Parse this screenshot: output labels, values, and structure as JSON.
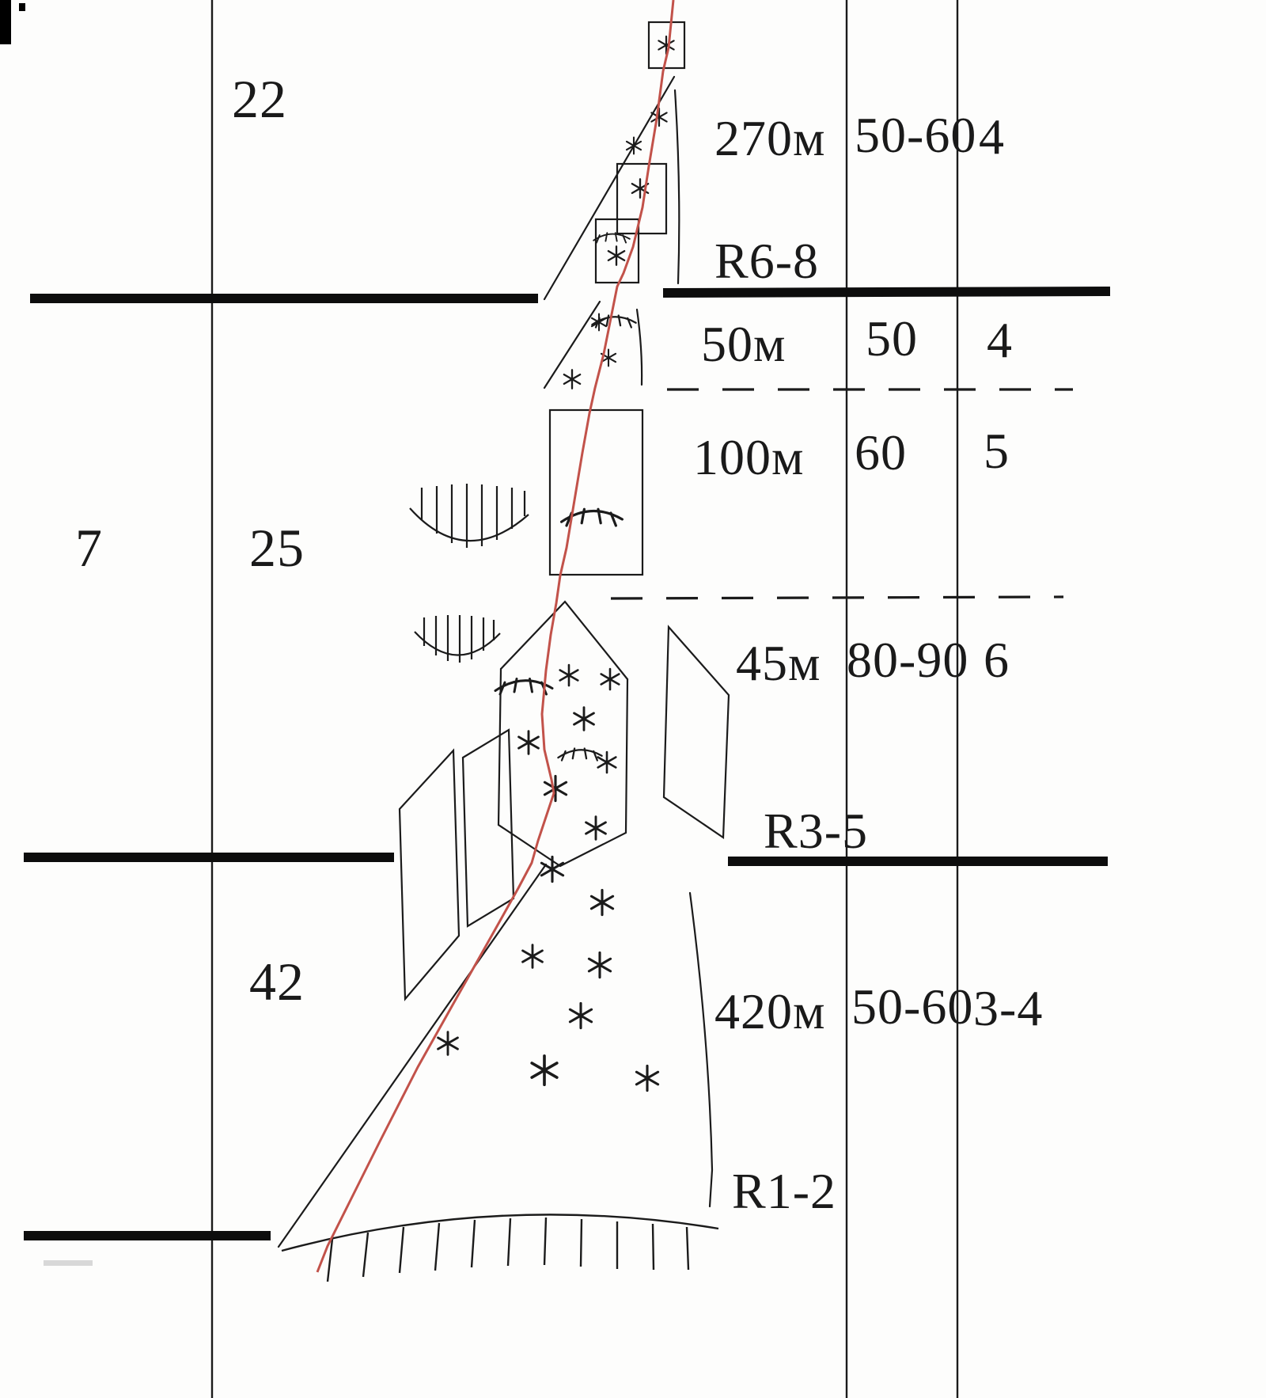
{
  "diagram": {
    "zones": {
      "far_left": "7",
      "upper": "22",
      "middle": "25",
      "lower": "42"
    },
    "pitches": [
      {
        "length": "270м",
        "steepness": "50-60",
        "grade": "4"
      },
      {
        "length": "50м",
        "steepness": "50",
        "grade": "4"
      },
      {
        "length": "100м",
        "steepness": "60",
        "grade": "5"
      },
      {
        "length": "45м",
        "steepness": "80-90",
        "grade": "6"
      },
      {
        "length": "420м",
        "steepness": "50-60",
        "grade": "3-4"
      }
    ],
    "belays": [
      "R6-8",
      "R3-5",
      "R1-2"
    ],
    "colors": {
      "route": "#c2524a",
      "ink": "#1b1b1b"
    }
  }
}
